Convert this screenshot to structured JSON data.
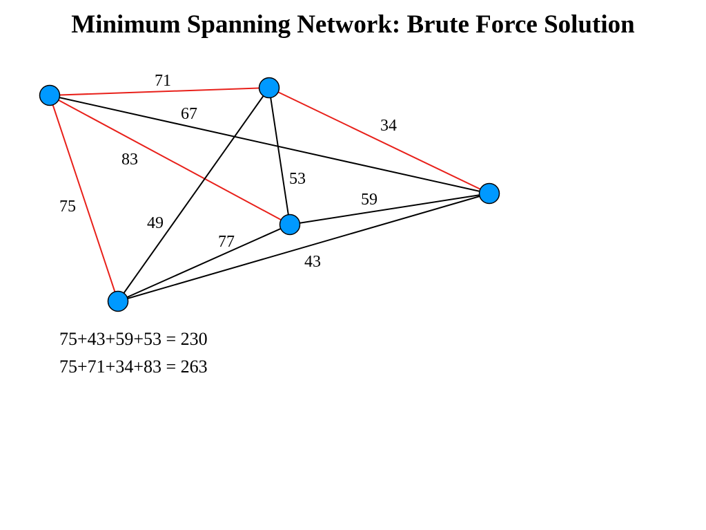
{
  "title": "Minimum Spanning Network: Brute Force Solution",
  "colors": {
    "node_fill": "#0099ff",
    "node_stroke": "#000000",
    "edge_highlight": "#e8201a",
    "edge_default": "#000000"
  },
  "nodes": [
    {
      "id": "A"
    },
    {
      "id": "B"
    },
    {
      "id": "C"
    },
    {
      "id": "D"
    },
    {
      "id": "E"
    }
  ],
  "edges": [
    {
      "from": "A",
      "to": "B",
      "weight": "71",
      "highlighted": true
    },
    {
      "from": "A",
      "to": "D",
      "weight": "67",
      "highlighted": false
    },
    {
      "from": "B",
      "to": "D",
      "weight": "34",
      "highlighted": true
    },
    {
      "from": "A",
      "to": "C",
      "weight": "83",
      "highlighted": true
    },
    {
      "from": "B",
      "to": "C",
      "weight": "53",
      "highlighted": false
    },
    {
      "from": "C",
      "to": "D",
      "weight": "59",
      "highlighted": false
    },
    {
      "from": "A",
      "to": "E",
      "weight": "75",
      "highlighted": true
    },
    {
      "from": "B",
      "to": "E",
      "weight": "49",
      "highlighted": false
    },
    {
      "from": "C",
      "to": "E",
      "weight": "77",
      "highlighted": false
    },
    {
      "from": "D",
      "to": "E",
      "weight": "43",
      "highlighted": false
    }
  ],
  "equations": [
    "75+43+59+53 = 230",
    "75+71+34+83 = 263"
  ]
}
